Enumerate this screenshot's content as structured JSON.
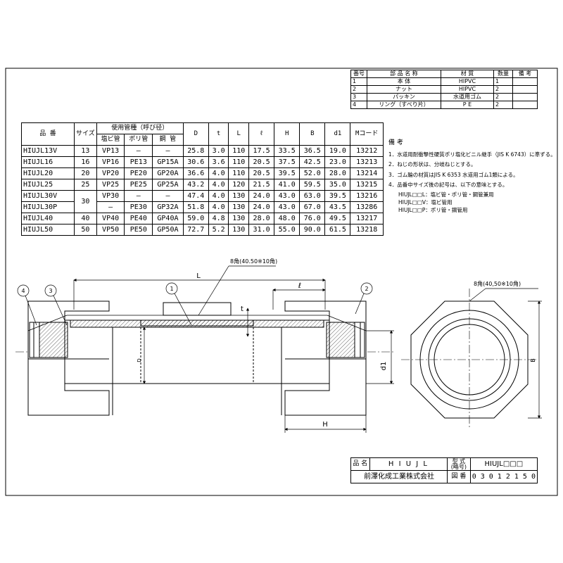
{
  "parts_table": {
    "headers": [
      "番号",
      "部 品 名 称",
      "材 質",
      "数量",
      "備 考"
    ],
    "rows": [
      [
        "1",
        "本 体",
        "HIPVC",
        "1",
        ""
      ],
      [
        "2",
        "ナット",
        "HIPVC",
        "2",
        ""
      ],
      [
        "3",
        "パッキン",
        "水道用ゴム",
        "2",
        ""
      ],
      [
        "4",
        "リング（すべり片）",
        "P E",
        "2",
        ""
      ]
    ]
  },
  "spec_table": {
    "group_header": "使用管種（呼び径）",
    "headers": [
      "品 番",
      "サイズ",
      "塩ビ管",
      "ポリ管",
      "鋼 管",
      "D",
      "t",
      "L",
      "ℓ",
      "H",
      "B",
      "d1",
      "Mコード"
    ],
    "rows": [
      [
        "HIUJL13V",
        "13",
        "VP13",
        "―",
        "―",
        "25.8",
        "3.0",
        "110",
        "17.5",
        "33.5",
        "36.5",
        "19.0",
        "13212"
      ],
      [
        "HIUJL16",
        "16",
        "VP16",
        "PE13",
        "GP15A",
        "30.6",
        "3.6",
        "110",
        "20.5",
        "37.5",
        "42.5",
        "23.0",
        "13213"
      ],
      [
        "HIUJL20",
        "20",
        "VP20",
        "PE20",
        "GP20A",
        "36.6",
        "4.0",
        "110",
        "20.5",
        "39.5",
        "52.0",
        "28.0",
        "13214"
      ],
      [
        "HIUJL25",
        "25",
        "VP25",
        "PE25",
        "GP25A",
        "43.2",
        "4.0",
        "120",
        "21.5",
        "41.0",
        "59.5",
        "35.0",
        "13215"
      ],
      [
        "HIUJL30V",
        "30",
        "VP30",
        "―",
        "―",
        "47.4",
        "4.0",
        "130",
        "24.0",
        "43.0",
        "63.0",
        "39.5",
        "13216"
      ],
      [
        "HIUJL30P",
        "",
        "―",
        "PE30",
        "GP32A",
        "51.8",
        "4.0",
        "130",
        "24.0",
        "43.0",
        "67.0",
        "43.5",
        "13286"
      ],
      [
        "HIUJL40",
        "40",
        "VP40",
        "PE40",
        "GP40A",
        "59.0",
        "4.8",
        "130",
        "28.0",
        "48.0",
        "76.0",
        "49.5",
        "13217"
      ],
      [
        "HIUJL50",
        "50",
        "VP50",
        "PE50",
        "GP50A",
        "72.7",
        "5.2",
        "130",
        "31.0",
        "55.0",
        "90.0",
        "61.5",
        "13218"
      ]
    ]
  },
  "notes": {
    "title": "備 考",
    "lines": [
      "1．水道用耐衝撃性硬質ポリ塩化ビニル継手（JIS K 6743）に準ずる。",
      "2．ねじの形状は、分岐ねじとする。",
      "3．ゴム輪の材質はJIS K 6353 水道用ゴム1類による。",
      "4．品番中サイズ後の記号は、以下の意味とする。",
      "HIUJL□□L：塩ビ管・ポリ管・鋼管兼用",
      "HIUJL□□V：塩ビ管用",
      "HIUJL□□P：ポリ管・鋼管用"
    ]
  },
  "drawing": {
    "label_L": "L",
    "label_l": "ℓ",
    "label_t": "t",
    "label_D": "D",
    "label_d1": "d1",
    "label_H": "H",
    "label_B": "B",
    "hex_note_top": "8角(40.50※10角)",
    "hex_note_right": "8角(40,50※10角)",
    "callouts": [
      "1",
      "2",
      "3",
      "4"
    ]
  },
  "title_block": {
    "name_label": "品 名",
    "name_value": "H I  U J L",
    "model_label": "型 式",
    "model_sub": "(略号)",
    "model_value": "HIUJL□□□",
    "company": "前澤化成工業株式会社",
    "drawing_no_label": "図 番",
    "drawing_no": "0 3 0 1 2 1 5 0"
  }
}
